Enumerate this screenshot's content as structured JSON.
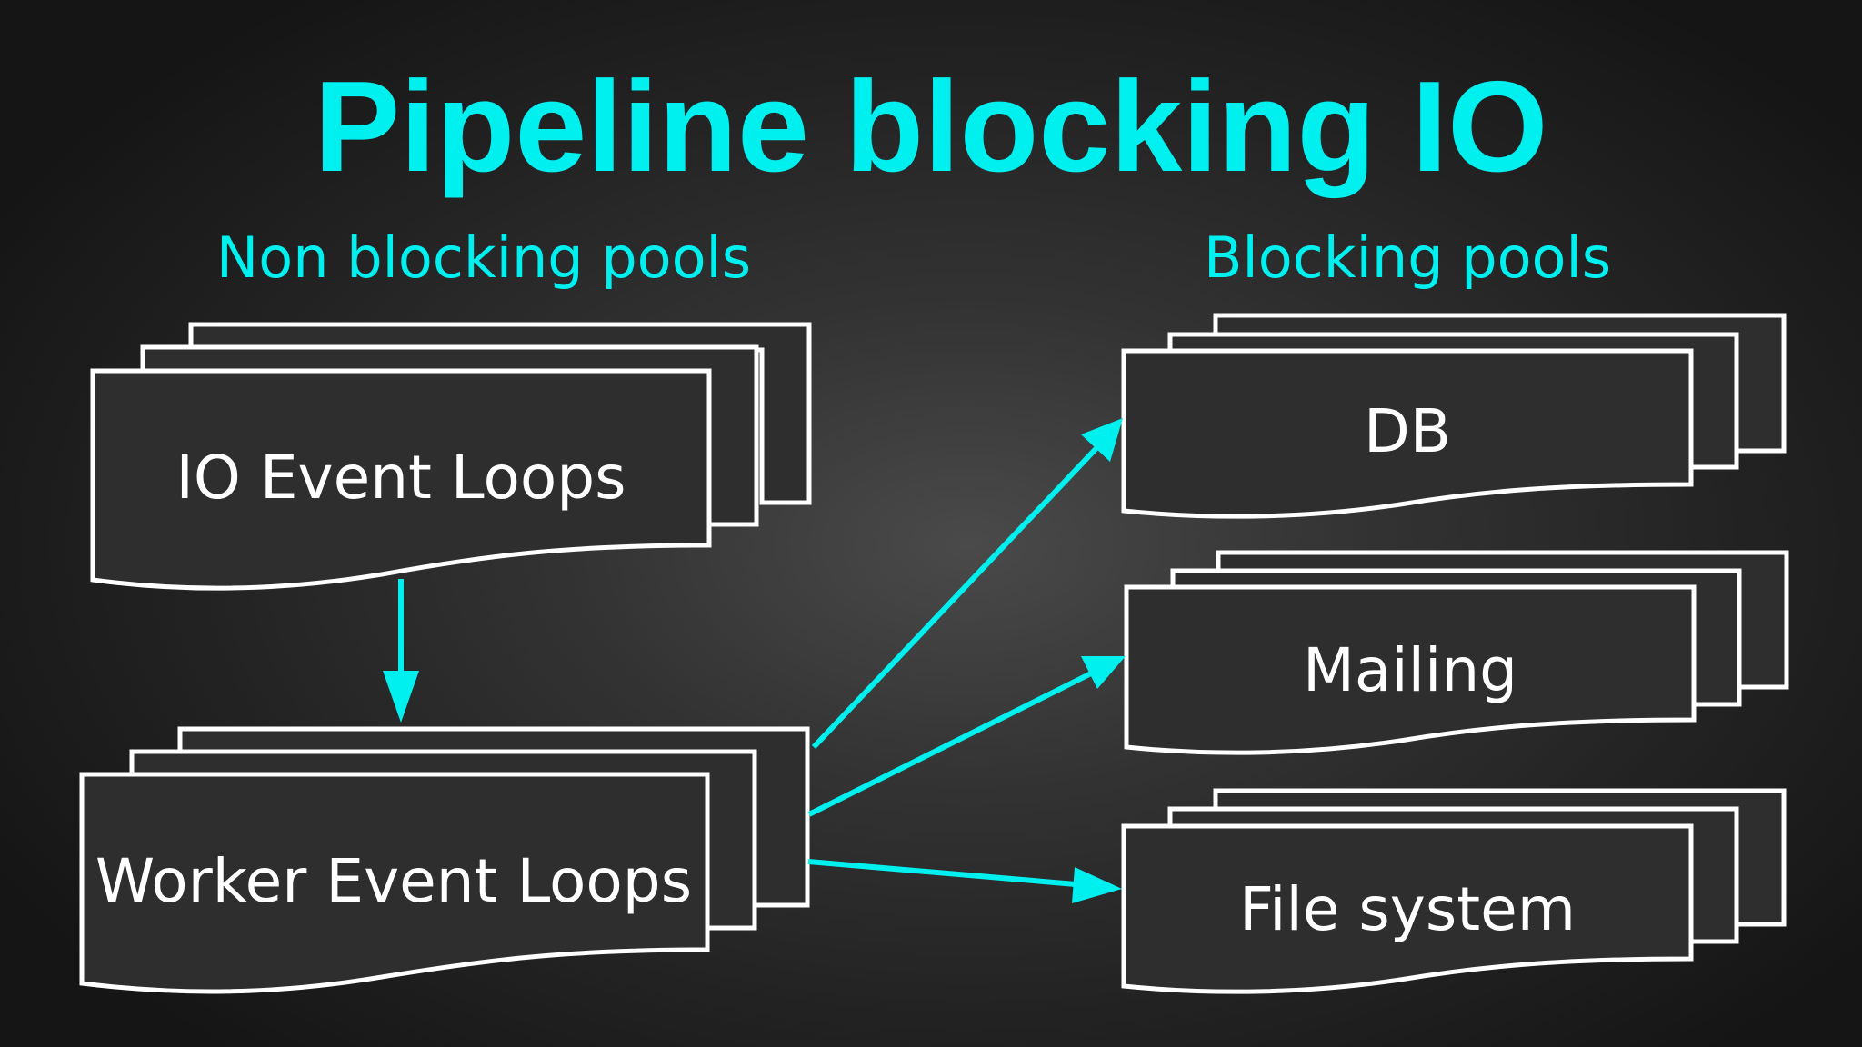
{
  "diagram": {
    "title": "Pipeline blocking IO",
    "non_blocking_label": "Non blocking pools",
    "blocking_label": "Blocking pools",
    "accent_color": "#00f0f0",
    "nodes": {
      "io_event_loops": "IO Event Loops",
      "worker_event_loops": "Worker Event Loops",
      "db": "DB",
      "mailing": "Mailing",
      "file_system": "File system"
    },
    "edges": [
      {
        "from": "io_event_loops",
        "to": "worker_event_loops"
      },
      {
        "from": "worker_event_loops",
        "to": "db"
      },
      {
        "from": "worker_event_loops",
        "to": "mailing"
      },
      {
        "from": "worker_event_loops",
        "to": "file_system"
      }
    ]
  }
}
